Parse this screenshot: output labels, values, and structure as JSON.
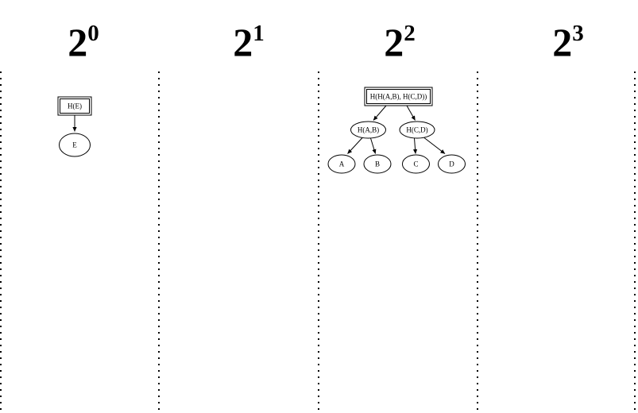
{
  "columns": [
    {
      "base": "2",
      "exp": "0"
    },
    {
      "base": "2",
      "exp": "1"
    },
    {
      "base": "2",
      "exp": "2"
    },
    {
      "base": "2",
      "exp": "3"
    }
  ],
  "tree_single": {
    "root_label": "H(E)",
    "leaf_label": "E"
  },
  "tree_merkle": {
    "root_label": "H(H(A,B), H(C,D))",
    "left_child_label": "H(A,B)",
    "right_child_label": "H(C,D)",
    "leaf_labels": [
      "A",
      "B",
      "C",
      "D"
    ]
  },
  "colors": {
    "ink": "#000000",
    "background": "#ffffff"
  }
}
